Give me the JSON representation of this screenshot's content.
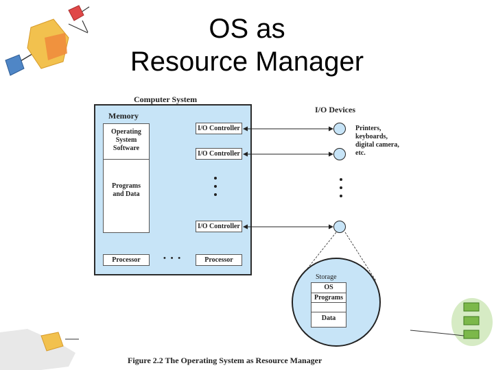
{
  "title": {
    "line1": "OS as",
    "line2": "Resource Manager"
  },
  "diagram": {
    "computer_system": "Computer System",
    "memory": "Memory",
    "os_software": [
      "Operating",
      "System",
      "Software"
    ],
    "programs_data": [
      "Programs",
      "and Data"
    ],
    "io_controller": "I/O Controller",
    "processor": "Processor",
    "io_devices": "I/O Devices",
    "device_examples": [
      "Printers,",
      "keyboards,",
      "digital camera,",
      "etc."
    ],
    "storage": "Storage",
    "os": "OS",
    "programs": "Programs",
    "data": "Data",
    "ellipsis": "• • •"
  },
  "caption": "Figure 2.2   The Operating System as Resource Manager",
  "colors": {
    "system_fill": "#c7e4f7",
    "clipart_yellow": "#f2c14e",
    "clipart_orange": "#f08a3c",
    "clipart_green": "#7cb84a"
  },
  "icons": [
    "clipart-cubes-icon",
    "clipart-hand-cube-icon",
    "clipart-green-blocks-icon"
  ]
}
